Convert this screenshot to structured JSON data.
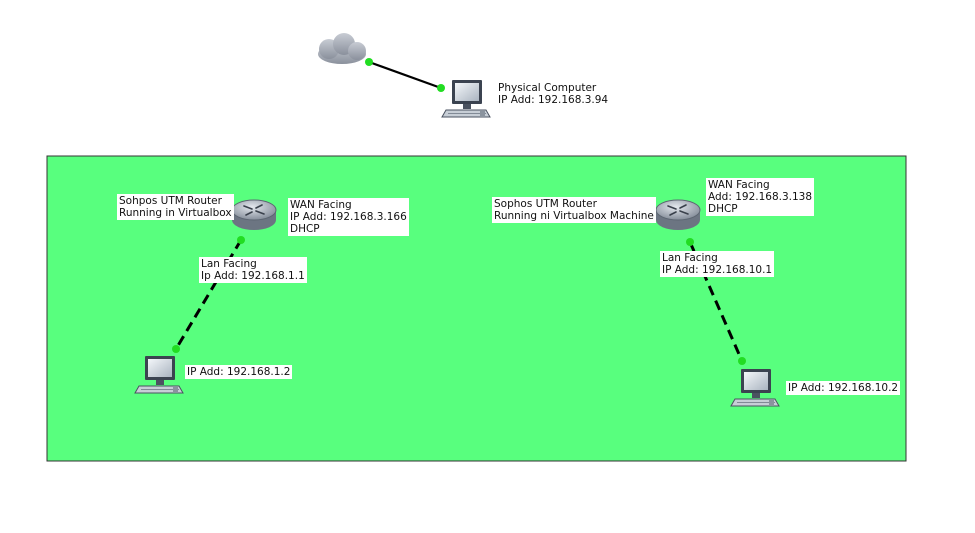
{
  "colors": {
    "zone_fill": "#58ff7e",
    "zone_border": "#333333",
    "link": "#000000",
    "port": "#22dd22"
  },
  "devices": {
    "cloud": {
      "icon": "cloud-icon"
    },
    "physical_pc": {
      "icon": "desktop-pc-icon",
      "lines": [
        "Physical Computer",
        "IP Add: 192.168.3.94"
      ]
    },
    "router_left": {
      "icon": "router-icon",
      "name_lines": [
        "Sohpos UTM Router",
        "Running in Virtualbox"
      ],
      "wan_lines": [
        "WAN Facing",
        "IP Add: 192.168.3.166",
        "DHCP"
      ],
      "lan_lines": [
        "Lan Facing",
        "Ip Add: 192.168.1.1"
      ]
    },
    "pc_left": {
      "icon": "desktop-pc-icon",
      "lines": [
        "IP Add: 192.168.1.2"
      ]
    },
    "router_right": {
      "icon": "router-icon",
      "name_lines": [
        "Sophos UTM Router",
        "Running ni Virtualbox Machine"
      ],
      "wan_lines": [
        "WAN Facing",
        "Add: 192.168.3.138",
        "DHCP"
      ],
      "lan_lines": [
        "Lan Facing",
        "IP Add: 192.168.10.1"
      ]
    },
    "pc_right": {
      "icon": "desktop-pc-icon",
      "lines": [
        "IP Add: 192.168.10.2"
      ]
    }
  }
}
